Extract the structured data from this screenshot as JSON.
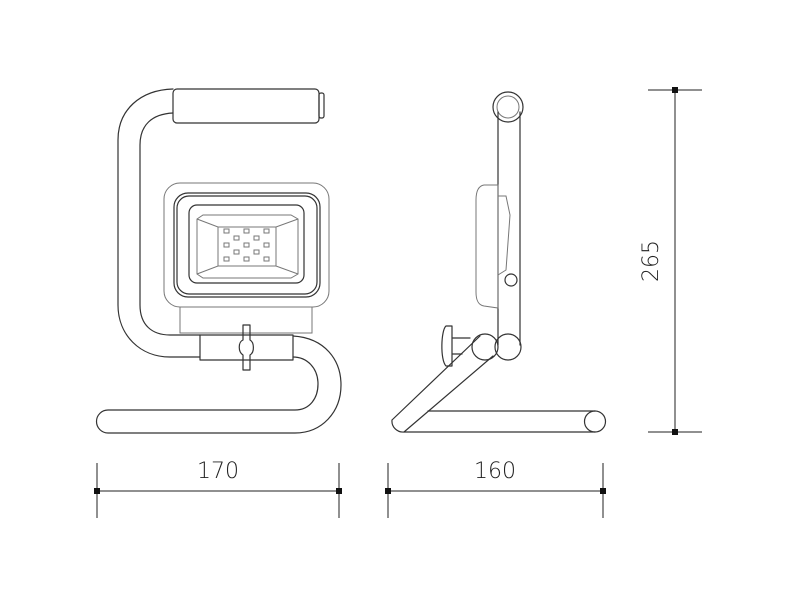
{
  "dimensions": {
    "front_width": "170",
    "side_depth": "160",
    "height": "265"
  },
  "colors": {
    "line": "#333333",
    "background": "#ffffff"
  }
}
